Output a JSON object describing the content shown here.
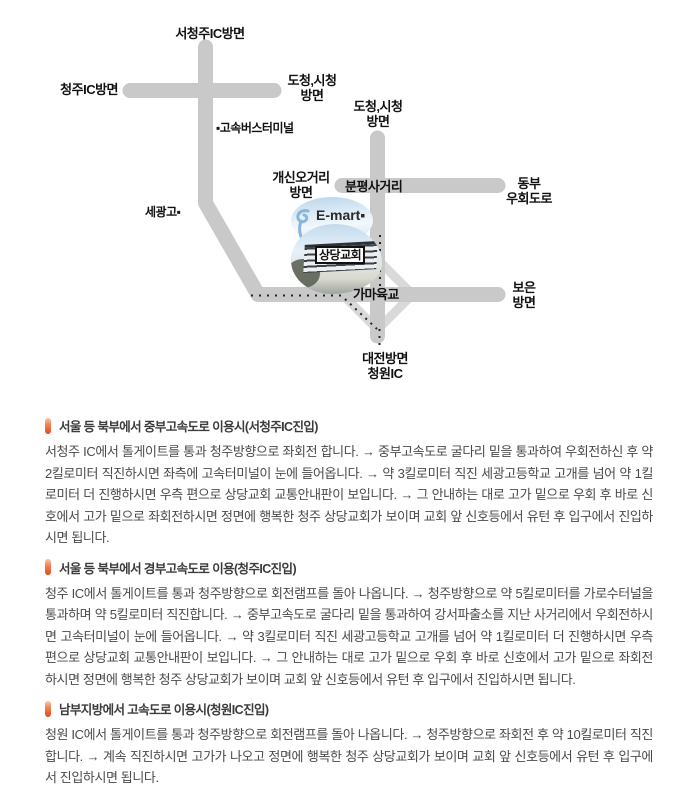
{
  "map": {
    "labels": {
      "seocheongju_ic": "서청주IC방면",
      "cheongju_ic": "청주IC방면",
      "docheong1_line1": "도청,시청",
      "docheong1_line2": "방면",
      "bus_terminal": "▪고속버스터미널",
      "docheong2_line1": "도청,시청",
      "docheong2_line2": "방면",
      "gaesin_line1": "개신오거리",
      "gaesin_line2": "방면",
      "bunpyeong": "분평사거리",
      "dongbu_line1": "동부",
      "dongbu_line2": "우회도로",
      "segwang": "세광고▪",
      "emart": "E-mart▪",
      "church": "상당교회",
      "gama": "가마육교",
      "boeun_line1": "보은",
      "boeun_line2": "방면",
      "daejeon_line1": "대전방면",
      "daejeon_line2": "청원IC"
    },
    "colors": {
      "road": "#c9c9c9",
      "overpass_diamond": "#d9d9d9",
      "route_dots": "#222222",
      "label_text": "#111111"
    }
  },
  "sections": [
    {
      "title": "서울 등 북부에서 중부고속도로 이용시(서청주IC진입)",
      "body": "서청주 IC에서 톨게이트를 통과 청주방향으로 좌회전 합니다. → 중부고속도로 굴다리 밑을 통과하여 우회전하신 후 약 2킬로미터 직진하시면 좌측에 고속터미널이 눈에 들어옵니다. → 약 3킬로미터 직진 세광고등학교 고개를 넘어 약 1킬로미터 더 진행하시면 우측 편으로 상당교회 교통안내판이 보입니다. → 그 안내하는 대로 고가 밑으로 우회 후 바로 신호에서 고가 밑으로 좌회전하시면 정면에 행복한 청주 상당교회가 보이며 교회 앞 신호등에서 유턴 후 입구에서 진입하시면 됩니다."
    },
    {
      "title": "서울 등 북부에서 경부고속도로 이용(청주IC진입)",
      "body": "청주 IC에서 톨게이트를 통과 청주방향으로 회전램프를 돌아 나옵니다. → 청주방향으로 약 5킬로미터를 가로수터널을 통과하며 약 5킬로미터 직진합니다. → 중부고속도로 굴다리 밑을 통과하여 강서파출소를 지난 사거리에서 우회전하시면 고속터미널이 눈에 들어옵니다. → 약 3킬로미터 직진 세광고등학교 고개를 넘어 약 1킬로미터 더 진행하시면 우측 편으로 상당교회 교통안내판이 보입니다. → 그 안내하는 대로 고가 밑으로 우회 후 바로 신호에서 고가 밑으로 좌회전하시면 정면에 행복한 청주 상당교회가 보이며 교회 앞 신호등에서 유턴 후 입구에서 진입하시면 됩니다."
    },
    {
      "title": "남부지방에서 고속도로 이용시(청원IC진입)",
      "body": "청원 IC에서 톨게이트를 통과 청주방향으로 회전램프를 돌아 나옵니다. → 청주방향으로 좌회전 후 약 10킬로미터 직진합니다. → 계속 직진하시면 고가가 나오고 정면에 행복한 청주 상당교회가 보이며 교회 앞 신호등에서 유턴 후 입구에서 진입하시면 됩니다."
    }
  ],
  "accent": {
    "bullet_top": "#f9c5a5",
    "bullet_bottom": "#e1481d"
  }
}
